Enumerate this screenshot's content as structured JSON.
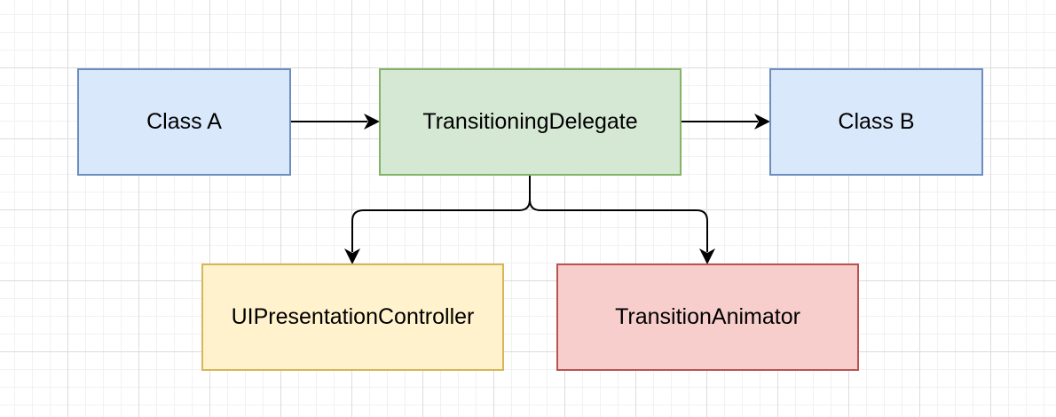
{
  "nodes": {
    "class_a": {
      "label": "Class A",
      "fill": "#dae8fc",
      "stroke": "#6c8ebf"
    },
    "delegate": {
      "label": "TransitioningDelegate",
      "fill": "#d5e8d4",
      "stroke": "#82b366"
    },
    "class_b": {
      "label": "Class B",
      "fill": "#dae8fc",
      "stroke": "#6c8ebf"
    },
    "presentation": {
      "label": "UIPresentationController",
      "fill": "#fff2cc",
      "stroke": "#d6b656"
    },
    "animator": {
      "label": "TransitionAnimator",
      "fill": "#f8cecc",
      "stroke": "#b85450"
    }
  },
  "edges": [
    {
      "from": "class_a",
      "to": "delegate"
    },
    {
      "from": "delegate",
      "to": "class_b"
    },
    {
      "from": "delegate",
      "to": "presentation"
    },
    {
      "from": "delegate",
      "to": "animator"
    }
  ],
  "colors": {
    "edge": "#000000",
    "grid_major": "#dcdcdc",
    "grid_minor": "#f1f1f1"
  }
}
